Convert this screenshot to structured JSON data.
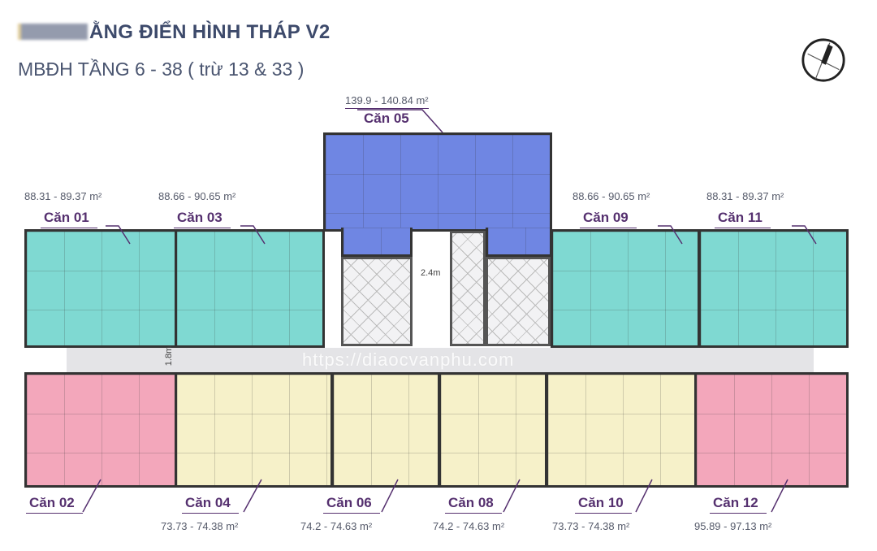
{
  "header": {
    "title": "ẰNG ĐIỂN HÌNH THÁP V2",
    "subtitle": "MBĐH TẦNG 6 - 38 ( trừ 13 & 33 )"
  },
  "compass_icon": "north-arrow-compass",
  "colors": {
    "large_unit": "#6f86e3",
    "two_bed_corner": "#7fd9d2",
    "pink_unit": "#f3a7bb",
    "yellow_unit": "#f6f1c9",
    "label": "#55306f"
  },
  "units": [
    {
      "label": "Căn 01",
      "area": "88.31 - 89.37 m²"
    },
    {
      "label": "Căn 03",
      "area": "88.66 - 90.65 m²"
    },
    {
      "label": "Căn 05",
      "area": "139.9 - 140.84 m²"
    },
    {
      "label": "Căn 09",
      "area": "88.66 - 90.65 m²"
    },
    {
      "label": "Căn 11",
      "area": "88.31 - 89.37 m²"
    },
    {
      "label": "Căn 02",
      "area": ""
    },
    {
      "label": "Căn 04",
      "area": "73.73 - 74.38 m²"
    },
    {
      "label": "Căn 06",
      "area": "74.2 - 74.63 m²"
    },
    {
      "label": "Căn 08",
      "area": "74.2 - 74.63 m²"
    },
    {
      "label": "Căn 10",
      "area": "73.73 - 74.38 m²"
    },
    {
      "label": "Căn 12",
      "area": "95.89 - 97.13 m²"
    }
  ],
  "dimensions": {
    "core_width": "2.4m",
    "corridor_width": "1.8m"
  },
  "watermark": "https://diaocvanphu.com"
}
